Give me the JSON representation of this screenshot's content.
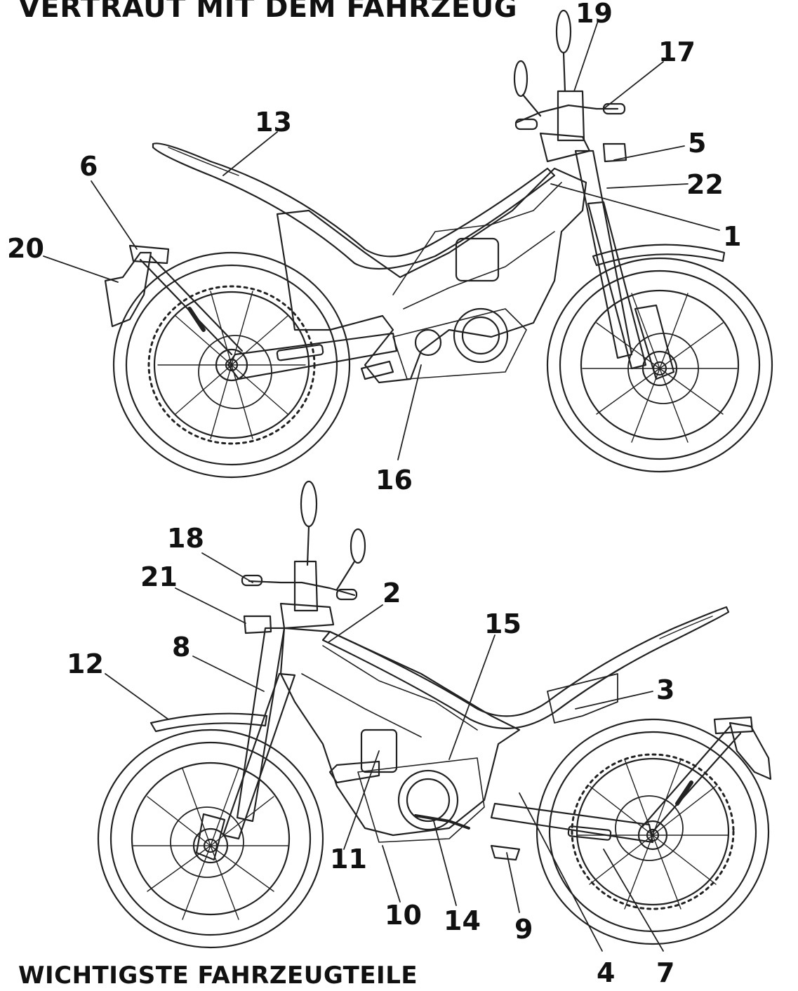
{
  "titles": {
    "top": "VERTRAUT MIT DEM FAHRZEUG",
    "bottom": "WICHTIGSTE FAHRZEUGTEILE"
  },
  "colors": {
    "ink": "#111111",
    "line": "#222222",
    "paper": "#ffffff",
    "tint": "#bdbdbd"
  },
  "callouts": [
    {
      "id": "c1",
      "label": "1"
    },
    {
      "id": "c5",
      "label": "5"
    },
    {
      "id": "c6",
      "label": "6"
    },
    {
      "id": "c13",
      "label": "13"
    },
    {
      "id": "c16",
      "label": "16"
    },
    {
      "id": "c17",
      "label": "17"
    },
    {
      "id": "c19",
      "label": "19"
    },
    {
      "id": "c20",
      "label": "20"
    },
    {
      "id": "c22",
      "label": "22"
    },
    {
      "id": "c2",
      "label": "2"
    },
    {
      "id": "c3",
      "label": "3"
    },
    {
      "id": "c4",
      "label": "4"
    },
    {
      "id": "c7",
      "label": "7"
    },
    {
      "id": "c8",
      "label": "8"
    },
    {
      "id": "c9",
      "label": "9"
    },
    {
      "id": "c10",
      "label": "10"
    },
    {
      "id": "c11",
      "label": "11"
    },
    {
      "id": "c12",
      "label": "12"
    },
    {
      "id": "c14",
      "label": "14"
    },
    {
      "id": "c15",
      "label": "15"
    },
    {
      "id": "c18",
      "label": "18"
    },
    {
      "id": "c21",
      "label": "21"
    }
  ]
}
